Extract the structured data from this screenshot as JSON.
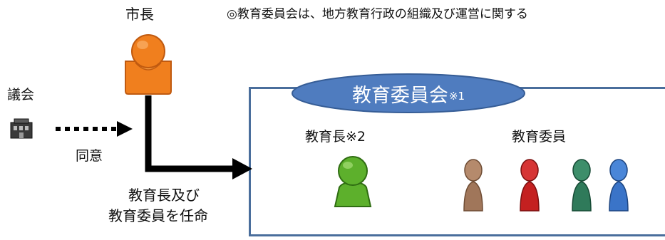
{
  "note": "◎教育委員会は、地方教育行政の組織及び運営に関する",
  "mayor": {
    "label": "市長"
  },
  "council": {
    "label": "議会",
    "consent_label": "同意"
  },
  "appointment": {
    "line1": "教育長及び",
    "line2": "教育委員を任命"
  },
  "board": {
    "title": "教育委員会",
    "title_note": "※1",
    "superintendent_label": "教育長※2",
    "members_label": "教育委員"
  },
  "colors": {
    "ellipse_fill": "#4f7cbf",
    "box_border": "#4a6e9c",
    "mayor_figure": "#f07f1e",
    "superintendent_figure": "#5db02c",
    "member_colors": [
      "#a0765a",
      "#c42020",
      "#2f7a5a",
      "#3a74c8"
    ]
  },
  "icons": {
    "mayor": "person-icon",
    "council": "building-icon",
    "superintendent": "person-icon",
    "members": "member-figure-icon"
  }
}
